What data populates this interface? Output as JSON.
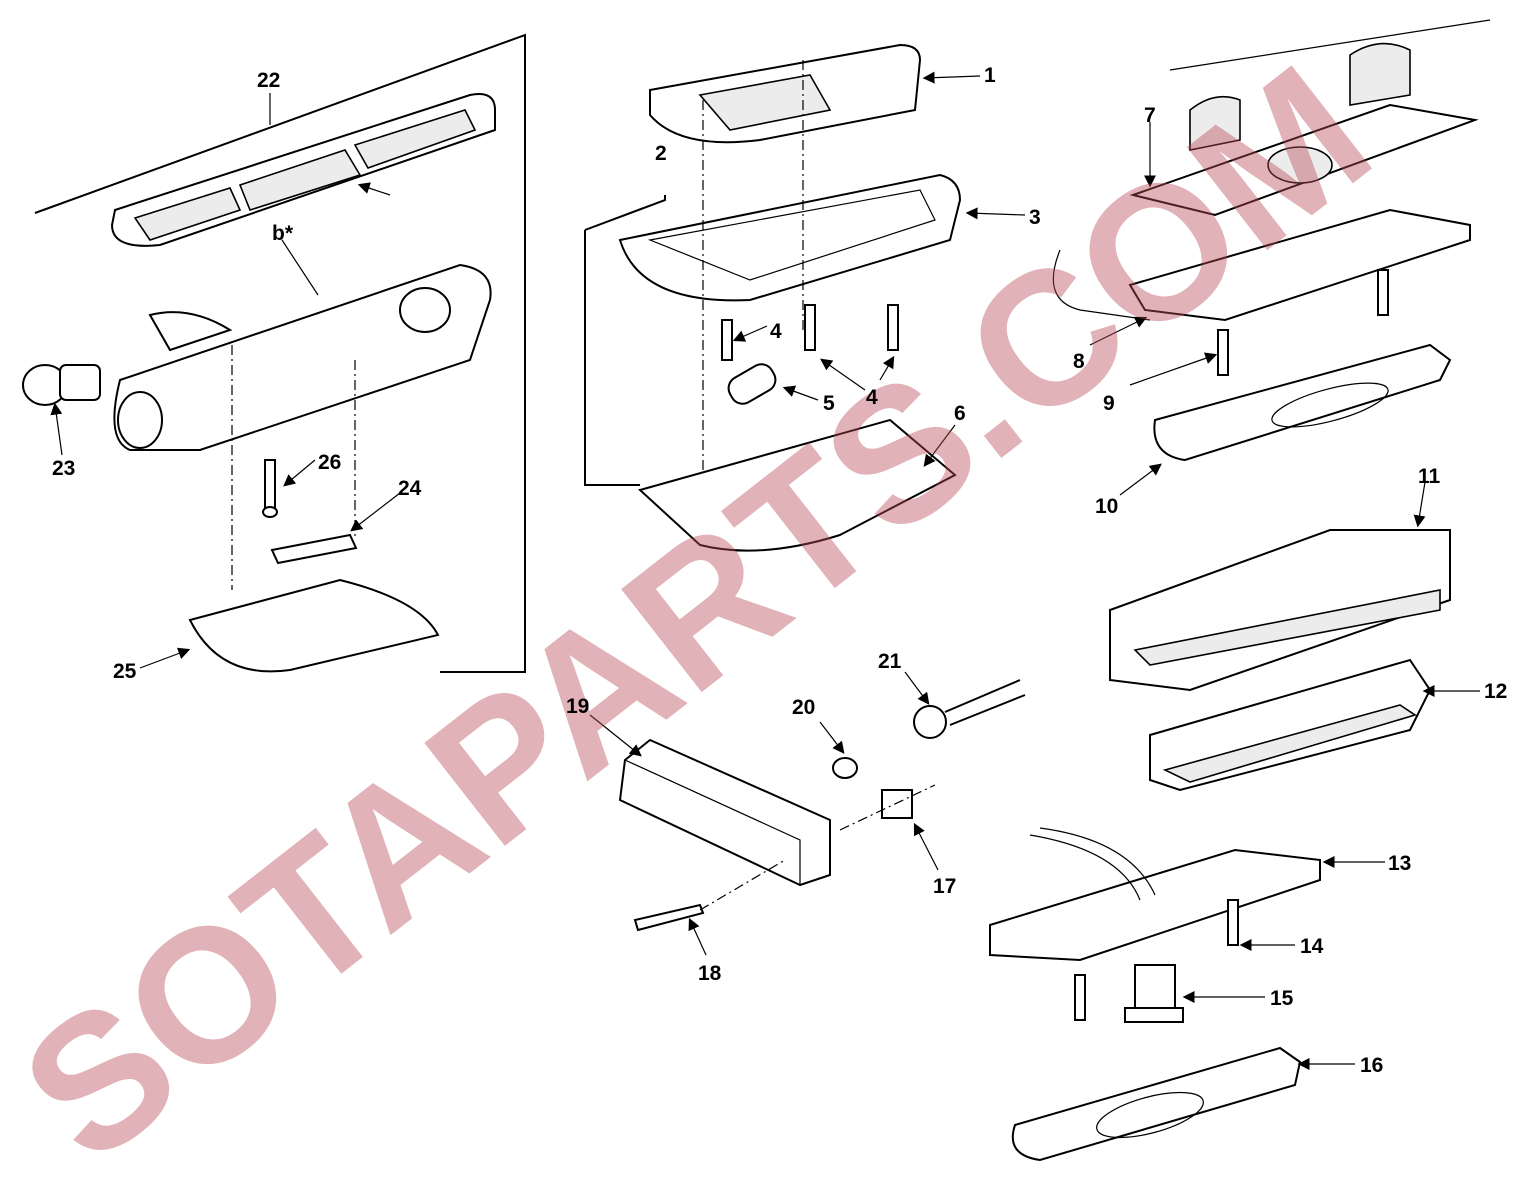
{
  "diagram": {
    "title": "Interior lamp assemblies exploded view",
    "callouts": {
      "c1": "1",
      "c2": "2",
      "c3": "3",
      "c4a": "4",
      "c4b": "4",
      "c5": "5",
      "c6": "6",
      "c7": "7",
      "c8": "8",
      "c9": "9",
      "c10": "10",
      "c11": "11",
      "c12": "12",
      "c13": "13",
      "c14": "14",
      "c15": "15",
      "c16": "16",
      "c17": "17",
      "c18": "18",
      "c19": "19",
      "c20": "20",
      "c21": "21",
      "c22": "22",
      "c23": "23",
      "c24": "24",
      "c25": "25",
      "c26": "26",
      "cb": "b*"
    },
    "watermark": "SOTAPARTS.COM",
    "colors": {
      "line": "#000000",
      "watermark": "#b84a55"
    }
  }
}
